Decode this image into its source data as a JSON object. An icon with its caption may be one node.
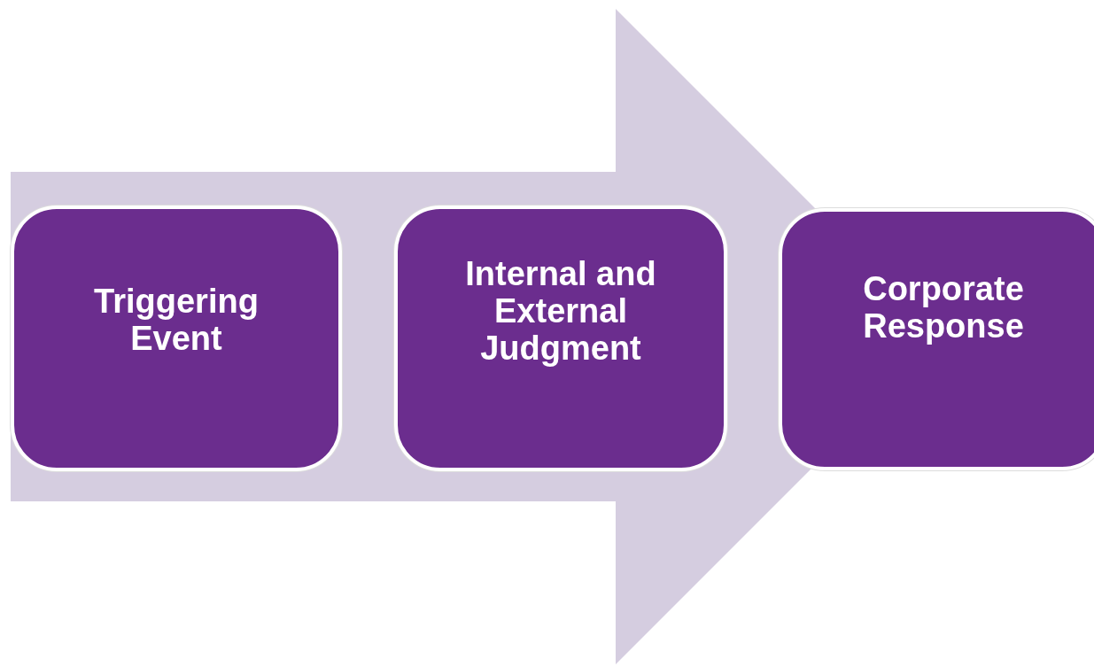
{
  "diagram": {
    "nodes": [
      {
        "text": [
          "Triggering Event"
        ]
      },
      {
        "text": [
          "Internal and External Judgment"
        ]
      },
      {
        "text": [
          "Corporate Response"
        ]
      }
    ],
    "edges": [
      {
        "from": 0,
        "to": 2,
        "arrow": "to",
        "style": "thick"
      }
    ]
  }
}
